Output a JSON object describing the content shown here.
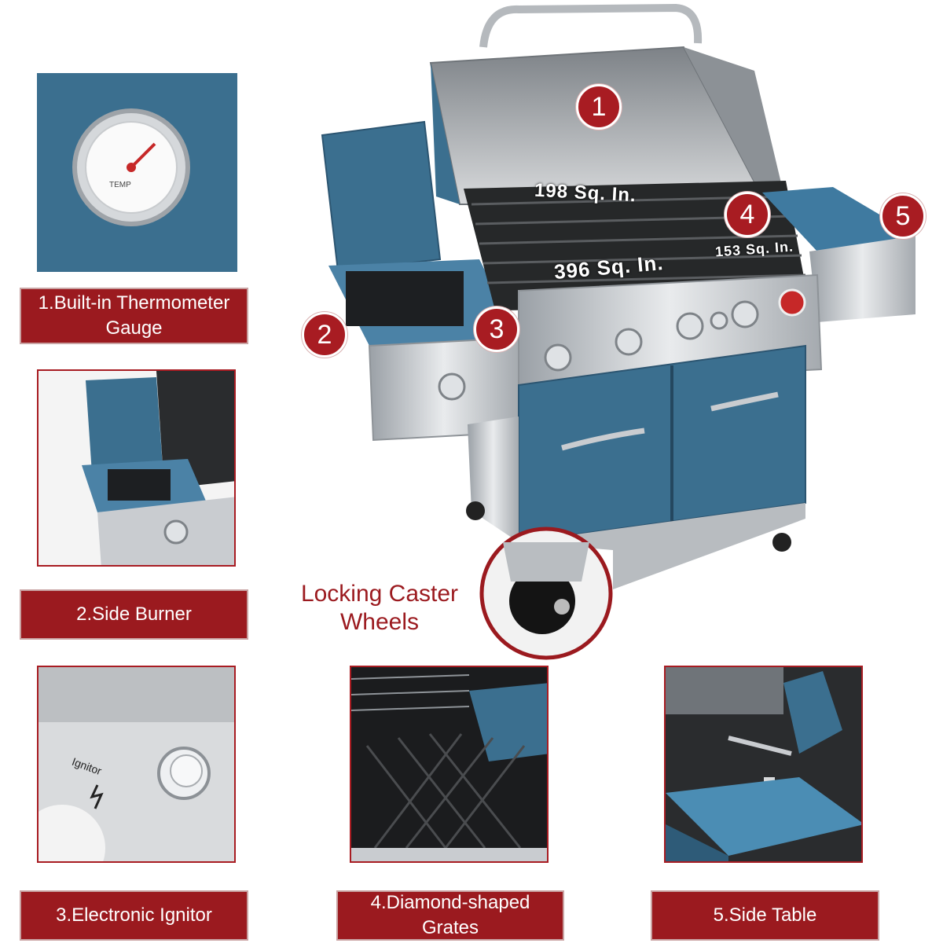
{
  "features": [
    {
      "number": "1",
      "label": "1.Built-in Thermometer Gauge"
    },
    {
      "number": "2",
      "label": "2.Side Burner"
    },
    {
      "number": "3",
      "label": "3.Electronic Ignitor"
    },
    {
      "number": "4",
      "label": "4.Diamond-shaped Grates"
    },
    {
      "number": "5",
      "label": "5.Side Table"
    }
  ],
  "cooking_areas": {
    "warming_rack": "198 Sq. In.",
    "main_grill": "396 Sq. In.",
    "right_grate": "153 Sq. In."
  },
  "caster": {
    "line1": "Locking Caster",
    "line2": "Wheels"
  },
  "thermometer_text": "TEMP",
  "ignitor_text": "Ignitor",
  "colors": {
    "accent_red": "#a81c22",
    "grill_blue": "#3b6f8f",
    "steel": "#c9ccd0"
  }
}
